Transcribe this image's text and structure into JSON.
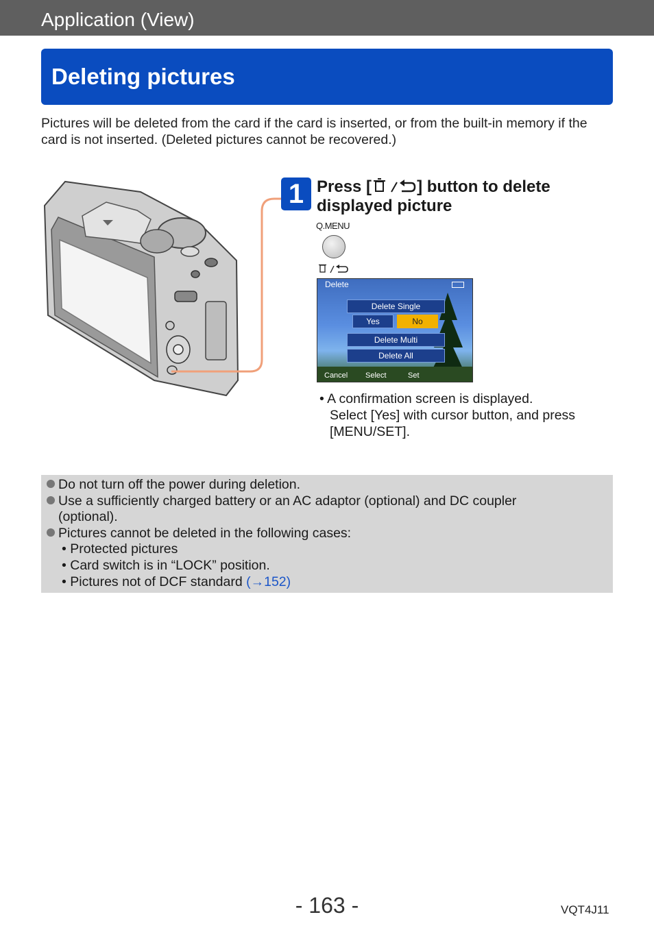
{
  "header": {
    "section": "Application (View)"
  },
  "title": "Deleting pictures",
  "intro": "Pictures will be deleted from the card if the card is inserted, or from the built-in memory if the card is not inserted. (Deleted pictures cannot be recovered.)",
  "step": {
    "number": "1",
    "title_before": "Press [",
    "title_after": "] button to delete displayed picture",
    "button_label": "Q.MENU",
    "icon_name": "trash-return-icon"
  },
  "screen": {
    "header": "Delete",
    "item_single": "Delete Single",
    "yes": "Yes",
    "no": "No",
    "item_multi": "Delete Multi",
    "item_all": "Delete All",
    "footer_cancel": "Cancel",
    "footer_select": "Select",
    "footer_set": "Set"
  },
  "step_note": {
    "line1": "• A confirmation screen is displayed.",
    "line2": "Select [Yes] with cursor button, and press",
    "line3": "[MENU/SET]."
  },
  "notes": {
    "n1": "Do not turn off the power during deletion.",
    "n2": "Use a sufficiently charged battery or an AC adaptor (optional) and DC coupler",
    "n2b": "(optional).",
    "n3": "Pictures cannot be deleted in the following cases:",
    "s1": "• Protected pictures",
    "s2": "• Card switch is in “LOCK” position.",
    "s3": "• Pictures not of DCF standard ",
    "s3_link": "(→152)"
  },
  "footer": {
    "page": "- 163 -",
    "code": "VQT4J11"
  },
  "colors": {
    "title_bg": "#0a4cbf",
    "top_bar": "#5f5f5f",
    "notes_bg": "#d6d6d6",
    "leader_line": "#f0a07a"
  }
}
